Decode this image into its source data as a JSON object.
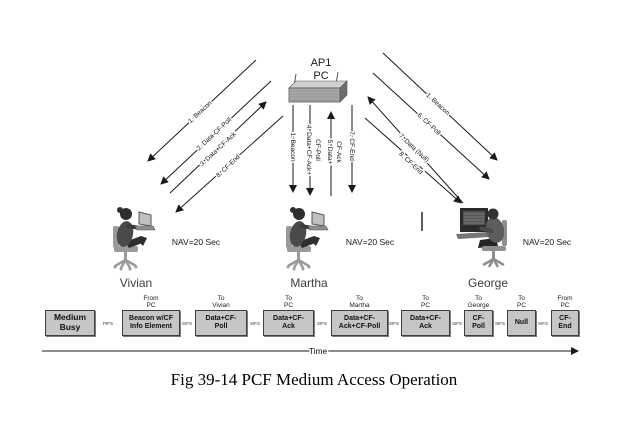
{
  "colors": {
    "box_fill": "#c6c6c6",
    "box_border": "#3f3f3f",
    "line": "#1a1a1a"
  },
  "ap": {
    "name_line1": "AP1",
    "name_line2": "PC"
  },
  "arrows": {
    "left": [
      {
        "label": "1. Beacon",
        "direction": "ap-to-vivian"
      },
      {
        "label": "2. Data-CF-Poll",
        "direction": "ap-to-vivian"
      },
      {
        "label": "3. Data+CF-Ack",
        "direction": "vivian-to-ap"
      },
      {
        "label": "8. CF-End",
        "direction": "ap-to-vivian"
      }
    ],
    "center": [
      {
        "line1": "1. Beacon",
        "line2": "",
        "direction": "ap-to-martha"
      },
      {
        "line1": "4. Data+CF-Ack+",
        "line2": "CF-Poll",
        "direction": "ap-to-martha"
      },
      {
        "line1": "5. Data+",
        "line2": "CF-Ack",
        "direction": "martha-to-ap"
      },
      {
        "line1": "7. CF-End",
        "line2": "",
        "direction": "ap-to-martha"
      }
    ],
    "right": [
      {
        "label": "1. Beacon",
        "direction": "ap-to-george"
      },
      {
        "label": "6. CF-Poll",
        "direction": "ap-to-george"
      },
      {
        "label": "7. Data (Null)",
        "direction": "george-to-ap"
      },
      {
        "label": "8. CF-End",
        "direction": "ap-to-george"
      }
    ]
  },
  "stations": [
    {
      "name": "Vivian",
      "nav": "NAV=20 Sec"
    },
    {
      "name": "Martha",
      "nav": "NAV=20 Sec"
    },
    {
      "name": "George",
      "nav": "NAV=20 Sec"
    }
  ],
  "timeline": {
    "time_label": "Time",
    "segments": [
      {
        "above": "",
        "box": "Medium\nBusy",
        "gap_after": "PIFS"
      },
      {
        "above": "From\nPC",
        "box": "Beacon w/CF\nInfo Element",
        "gap_after": "SIFS"
      },
      {
        "above": "To\nVivian",
        "box": "Data+CF-\nPoll",
        "gap_after": "SIFS"
      },
      {
        "above": "To\nPC",
        "box": "Data+CF-\nAck",
        "gap_after": "SIFS"
      },
      {
        "above": "To\nMartha",
        "box": "Data+CF-\nAck+CF-Poll",
        "gap_after": "SIFS"
      },
      {
        "above": "To\nPC",
        "box": "Data+CF-\nAck",
        "gap_after": "SIFS"
      },
      {
        "above": "To\nGeorge",
        "box": "CF-\nPoll",
        "gap_after": "SIFS"
      },
      {
        "above": "To\nPC",
        "box": "Null",
        "gap_after": "SIFS"
      },
      {
        "above": "From\nPC",
        "box": "CF-\nEnd",
        "gap_after": ""
      }
    ]
  },
  "caption": "Fig 39-14 PCF Medium Access Operation"
}
